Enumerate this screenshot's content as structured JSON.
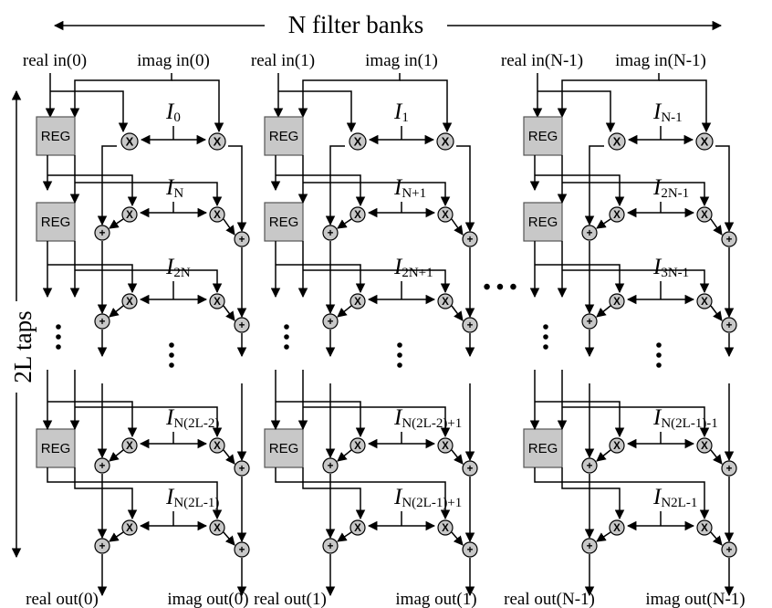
{
  "header": {
    "title": "N filter banks"
  },
  "side_label": "2L taps",
  "register_label": "REG",
  "multiplier_symbol": "X",
  "adder_symbol": "+",
  "ellipsis_horizontal": "• • •",
  "banks": [
    {
      "input_real": "real in(0)",
      "input_imag": "imag in(0)",
      "output_real": "real out(0)",
      "output_imag": "imag out(0)",
      "coefficients": [
        "0",
        "N",
        "2N",
        "N(2L-2)",
        "N(2L-1)"
      ]
    },
    {
      "input_real": "real in(1)",
      "input_imag": "imag in(1)",
      "output_real": "real out(1)",
      "output_imag": "imag out(1)",
      "coefficients": [
        "1",
        "N+1",
        "2N+1",
        "N(2L-2)+1",
        "N(2L-1)+1"
      ]
    },
    {
      "input_real": "real in(N-1)",
      "input_imag": "imag in(N-1)",
      "output_real": "real out(N-1)",
      "output_imag": "imag out(N-1)",
      "coefficients": [
        "N-1",
        "2N-1",
        "3N-1",
        "N(2L-1)-1",
        "N2L-1"
      ]
    }
  ],
  "coefficient_symbol": "I"
}
